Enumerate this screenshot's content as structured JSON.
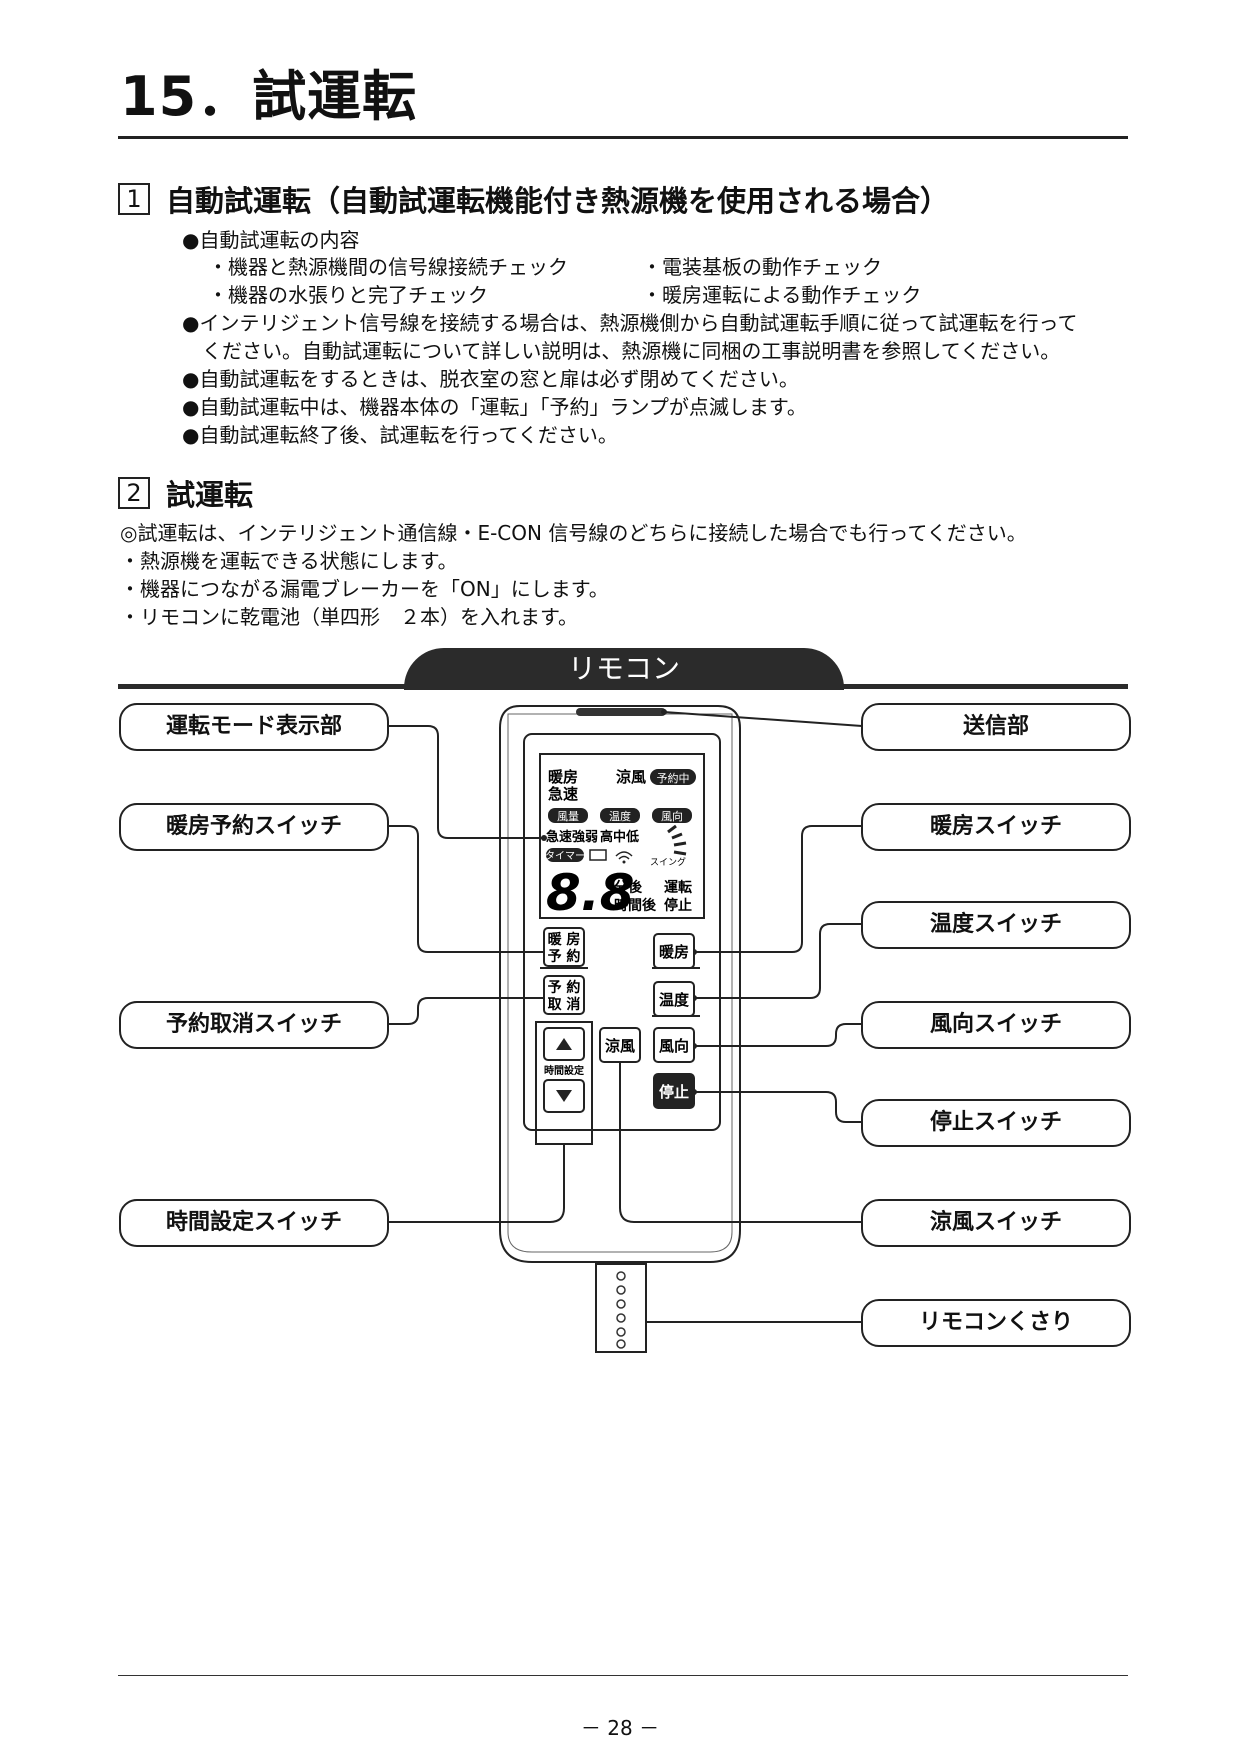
{
  "title": "15．試運転",
  "section1": {
    "number": "1",
    "heading": "自動試運転（自動試運転機能付き熱源機を使用される場合）",
    "lines": [
      "●自動試運転の内容",
      "・機器と熱源機間の信号線接続チェック",
      "・電装基板の動作チェック",
      "・機器の水張りと完了チェック",
      "・暖房運転による動作チェック",
      "●インテリジェント信号線を接続する場合は、熱源機側から自動試運転手順に従って試運転を行って",
      "ください。自動試運転について詳しい説明は、熱源機に同梱の工事説明書を参照してください。",
      "●自動試運転をするときは、脱衣室の窓と扉は必ず閉めてください。",
      "●自動試運転中は、機器本体の「運転」「予約」ランプが点滅します。",
      "●自動試運転終了後、試運転を行ってください。"
    ]
  },
  "section2": {
    "number": "2",
    "heading": "試運転",
    "lines": [
      "◎試運転は、インテリジェント通信線・E-CON 信号線のどちらに接続した場合でも行ってください。",
      "・熱源機を運転できる状態にします。",
      "・機器につながる漏電ブレーカーを「ON」にします。",
      "・リモコンに乾電池（単四形　２本）を入れます。"
    ]
  },
  "remote": {
    "tab_label": "リモコン",
    "callouts_left": [
      "運転モード表示部",
      "暖房予約スイッチ",
      "予約取消スイッチ",
      "時間設定スイッチ"
    ],
    "callouts_right": [
      "送信部",
      "暖房スイッチ",
      "温度スイッチ",
      "風向スイッチ",
      "停止スイッチ",
      "涼風スイッチ",
      "リモコンくさり"
    ],
    "display": {
      "mode1": "暖房",
      "mode2": "急速",
      "cool": "涼風",
      "reserve": "予約中",
      "tag_airflow": "風量",
      "tag_temp": "温度",
      "tag_dir": "風向",
      "airflow_vals": "急速強弱",
      "temp_vals": "高中低",
      "timer": "タイマー",
      "swing": "スイング",
      "digits": "8.8",
      "after_min": "分後",
      "after_hour": "時間後",
      "run": "運転",
      "stop": "停止"
    },
    "buttons": {
      "reserve_heat_1": "暖 房",
      "reserve_heat_2": "予 約",
      "reserve_cancel_1": "予 約",
      "reserve_cancel_2": "取 消",
      "heat": "暖房",
      "temp": "温度",
      "dir": "風向",
      "stop": "停止",
      "cool": "涼風",
      "time_set": "時間設定"
    }
  },
  "page_number": "－ 28 －"
}
